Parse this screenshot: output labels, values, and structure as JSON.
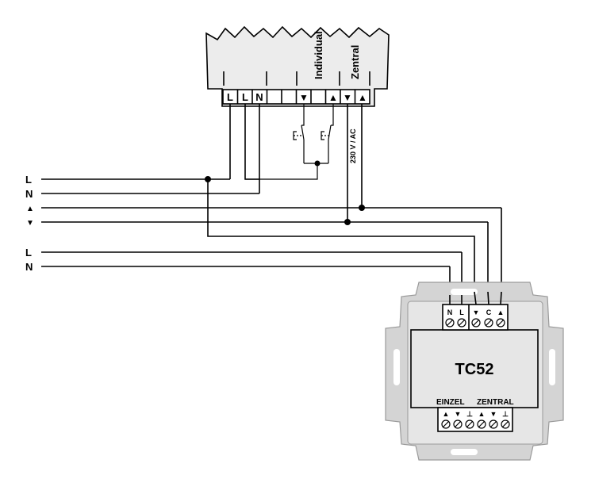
{
  "line_labels": [
    "L",
    "N",
    "▲",
    "▼",
    "L",
    "N"
  ],
  "actuator": {
    "terminals": [
      "L",
      "L",
      "N",
      "",
      "",
      "▼",
      "",
      "▲",
      "▼",
      "▲"
    ],
    "label_individual": "Individual",
    "label_central": "Zentral",
    "voltage": "230 V / AC"
  },
  "device": {
    "model": "TC52",
    "top_terminals": [
      "N",
      "L",
      "▼",
      "C",
      "▲"
    ],
    "bottom_group_left": "EINZEL",
    "bottom_group_right": "ZENTRAL",
    "bottom_symbols": [
      "▲",
      "▼",
      "⊥",
      "▲",
      "▼",
      "⊥"
    ]
  },
  "colors": {
    "housing": "#ececec",
    "frame": "#d4d4d4",
    "module": "#e6e6e6",
    "wire": "#000000"
  }
}
